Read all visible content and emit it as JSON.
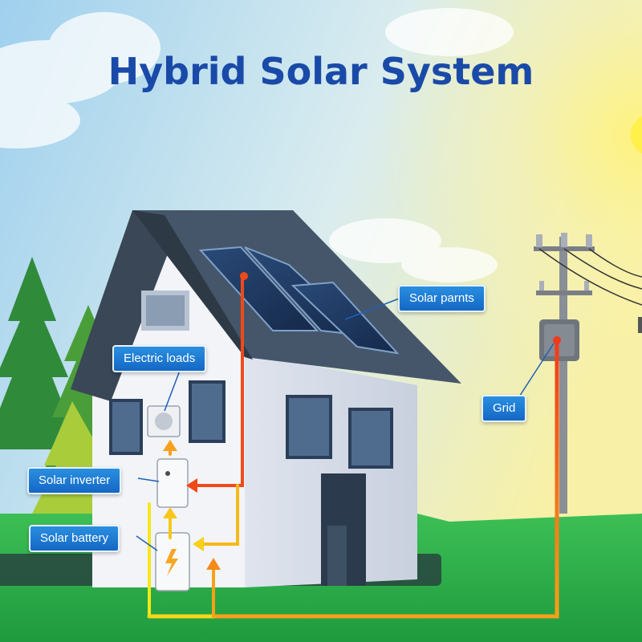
{
  "title": "Hybrid Solar System",
  "labels": {
    "solar_panels": "Solar parnts",
    "electric_loads": "Electric loads",
    "grid": "Grid",
    "solar_inverter": "Solar inverter",
    "solar_battery": "Solar battery"
  },
  "colors": {
    "title": "#1a4aa8",
    "label_bg": "#1f7dd6",
    "solar_line": "#f04a1a",
    "grid_line": "#f04a1a",
    "battery_line": "#f7e81a",
    "roof": "#3f4f5e",
    "wall": "#f2f4f8",
    "grass": "#2fb34a"
  }
}
